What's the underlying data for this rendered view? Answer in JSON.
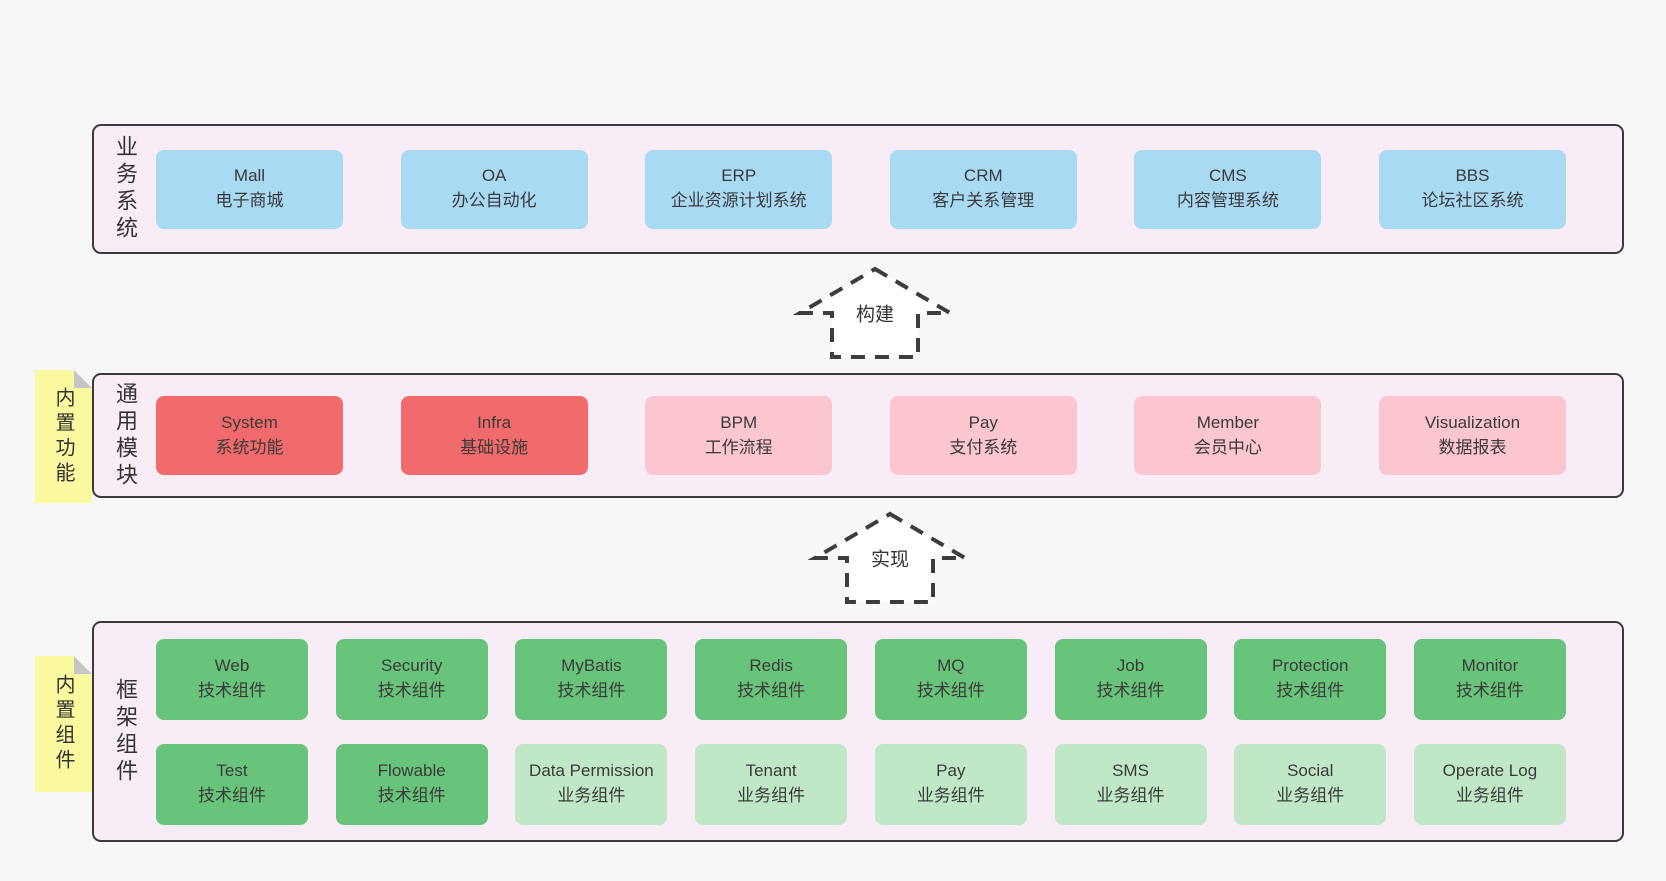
{
  "colors": {
    "background": "#f7f7f7",
    "panel_bg": "#f8edf6",
    "panel_border": "#3b3b3b",
    "blue_box": "#a9daf4",
    "red_box": "#f16b6c",
    "pink_box": "#fbc6d0",
    "green_box": "#68c47a",
    "light_green_box": "#c0e8c6",
    "sticky_bg": "#fbf99f",
    "sticky_fold": "#c6c6c6",
    "text": "#3a3a3a"
  },
  "sections": {
    "business": {
      "title": "业务系统",
      "boxes": [
        {
          "name": "Mall",
          "sub": "电子商城",
          "variant": "blue"
        },
        {
          "name": "OA",
          "sub": "办公自动化",
          "variant": "blue"
        },
        {
          "name": "ERP",
          "sub": "企业资源计划系统",
          "variant": "blue"
        },
        {
          "name": "CRM",
          "sub": "客户关系管理",
          "variant": "blue"
        },
        {
          "name": "CMS",
          "sub": "内容管理系统",
          "variant": "blue"
        },
        {
          "name": "BBS",
          "sub": "论坛社区系统",
          "variant": "blue"
        }
      ]
    },
    "modules": {
      "title": "通用模块",
      "sticky": "内置功能",
      "boxes": [
        {
          "name": "System",
          "sub": "系统功能",
          "variant": "red"
        },
        {
          "name": "Infra",
          "sub": "基础设施",
          "variant": "red"
        },
        {
          "name": "BPM",
          "sub": "工作流程",
          "variant": "pink"
        },
        {
          "name": "Pay",
          "sub": "支付系统",
          "variant": "pink"
        },
        {
          "name": "Member",
          "sub": "会员中心",
          "variant": "pink"
        },
        {
          "name": "Visualization",
          "sub": "数据报表",
          "variant": "pink"
        }
      ]
    },
    "framework": {
      "title": "框架组件",
      "sticky": "内置组件",
      "rows": [
        [
          {
            "name": "Web",
            "sub": "技术组件",
            "variant": "green"
          },
          {
            "name": "Security",
            "sub": "技术组件",
            "variant": "green"
          },
          {
            "name": "MyBatis",
            "sub": "技术组件",
            "variant": "green"
          },
          {
            "name": "Redis",
            "sub": "技术组件",
            "variant": "green"
          },
          {
            "name": "MQ",
            "sub": "技术组件",
            "variant": "green"
          },
          {
            "name": "Job",
            "sub": "技术组件",
            "variant": "green"
          },
          {
            "name": "Protection",
            "sub": "技术组件",
            "variant": "green"
          },
          {
            "name": "Monitor",
            "sub": "技术组件",
            "variant": "green"
          }
        ],
        [
          {
            "name": "Test",
            "sub": "技术组件",
            "variant": "green"
          },
          {
            "name": "Flowable",
            "sub": "技术组件",
            "variant": "green"
          },
          {
            "name": "Data Permission",
            "sub": "业务组件",
            "variant": "light-green"
          },
          {
            "name": "Tenant",
            "sub": "业务组件",
            "variant": "light-green"
          },
          {
            "name": "Pay",
            "sub": "业务组件",
            "variant": "light-green"
          },
          {
            "name": "SMS",
            "sub": "业务组件",
            "variant": "light-green"
          },
          {
            "name": "Social",
            "sub": "业务组件",
            "variant": "light-green"
          },
          {
            "name": "Operate Log",
            "sub": "业务组件",
            "variant": "light-green"
          }
        ]
      ]
    }
  },
  "arrows": [
    {
      "label": "构建"
    },
    {
      "label": "实现"
    }
  ]
}
